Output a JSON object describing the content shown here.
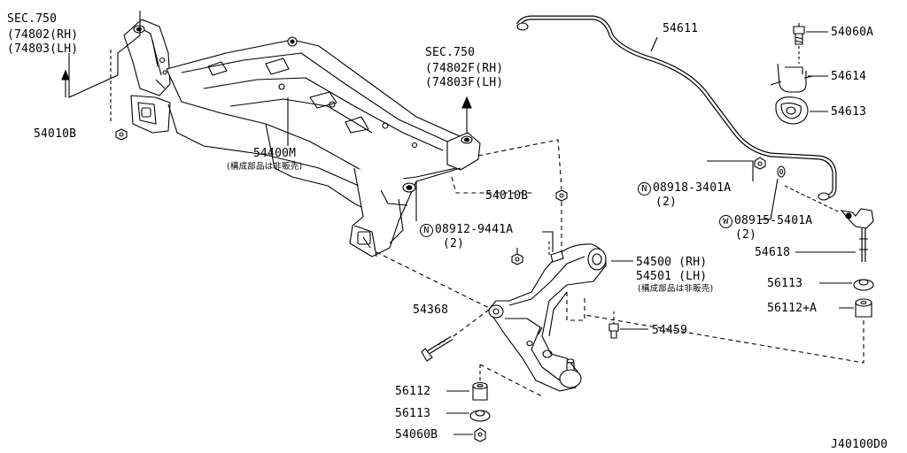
{
  "diagram_id": "J40100D0",
  "callouts": {
    "sec_left": {
      "title": "SEC.750",
      "rh": "(74802(RH)",
      "lh": "(74803(LH)"
    },
    "sec_right": {
      "title": "SEC.750",
      "rh": "(74802F(RH)",
      "lh": "(74803F(LH)"
    },
    "p54611": "54611",
    "p54060A": "54060A",
    "p54614": "54614",
    "p54613": "54613",
    "p54010B_left": "54010B",
    "p54400M": "54400M",
    "note_54400M": "(構成部品は非販売)",
    "p54010B_mid": "54010B",
    "n08918": {
      "symbol": "N",
      "number": "08918-3401A",
      "qty": "(2)"
    },
    "w08915": {
      "symbol": "W",
      "number": "08915-5401A",
      "qty": "(2)"
    },
    "n08912": {
      "symbol": "N",
      "number": "08912-9441A",
      "qty": "(2)"
    },
    "p54618": "54618",
    "p54500": "54500 (RH)",
    "p54501": "54501 (LH)",
    "note_54500": "(構成部品は非販売)",
    "p56113_right": "56113",
    "p56112A": "56112+A",
    "p54368": "54368",
    "p54459": "54459",
    "p56112": "56112",
    "p56113_bottom": "56113",
    "p54060B": "54060B"
  }
}
